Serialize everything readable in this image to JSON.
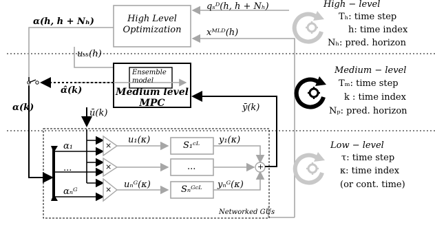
{
  "levels": {
    "high": {
      "title": "High − level",
      "rows": [
        "Tₕ: time step",
        "h: time index",
        "Nₕ: pred. horizon"
      ]
    },
    "medium": {
      "title": "Medium − level",
      "rows": [
        "Tₘ: time step",
        "k : time index",
        "Nₚ: pred. horizon"
      ]
    },
    "low": {
      "title": "Low − level",
      "rows": [
        "τ: time step",
        "κ: time index",
        "(or cont. time)"
      ]
    }
  },
  "blocks": {
    "high_opt": [
      "High Level",
      "Optimization"
    ],
    "mpc": [
      "Medium level",
      "MPC"
    ],
    "ensemble": [
      "Ensemble",
      "model"
    ],
    "networked": "Networked GUs",
    "ellipsis": "..."
  },
  "signals": {
    "alpha_h": "α(h, h + Nₕ)",
    "q_s": "qₛᴰ(h, h + Nₕ)",
    "x_mld": "xᴹᴸᴰ(h)",
    "u_ss": "uₛₛ(h)",
    "alpha_hat": "α̂(k)",
    "alpha_k": "α(k)",
    "u_bar": "ū(k)",
    "y_bar": "ȳ(k)",
    "u1": "u₁(κ)",
    "y1": "y₁(κ)",
    "unG": "uₙᴳ(κ)",
    "ynG": "yₙᴳ(κ)",
    "alpha1": "α₁",
    "alphanG": "αₙᴳ",
    "s1": "S₁ᶜᴸ",
    "snG": "Sₙᴳᶜᴸ",
    "times": "×",
    "plus": "+"
  },
  "colors": {
    "grey": "#a6a6a6",
    "dark": "#000000",
    "icon_grey": "#c8c8c8"
  },
  "icons": [
    "gear-refresh-icon"
  ]
}
